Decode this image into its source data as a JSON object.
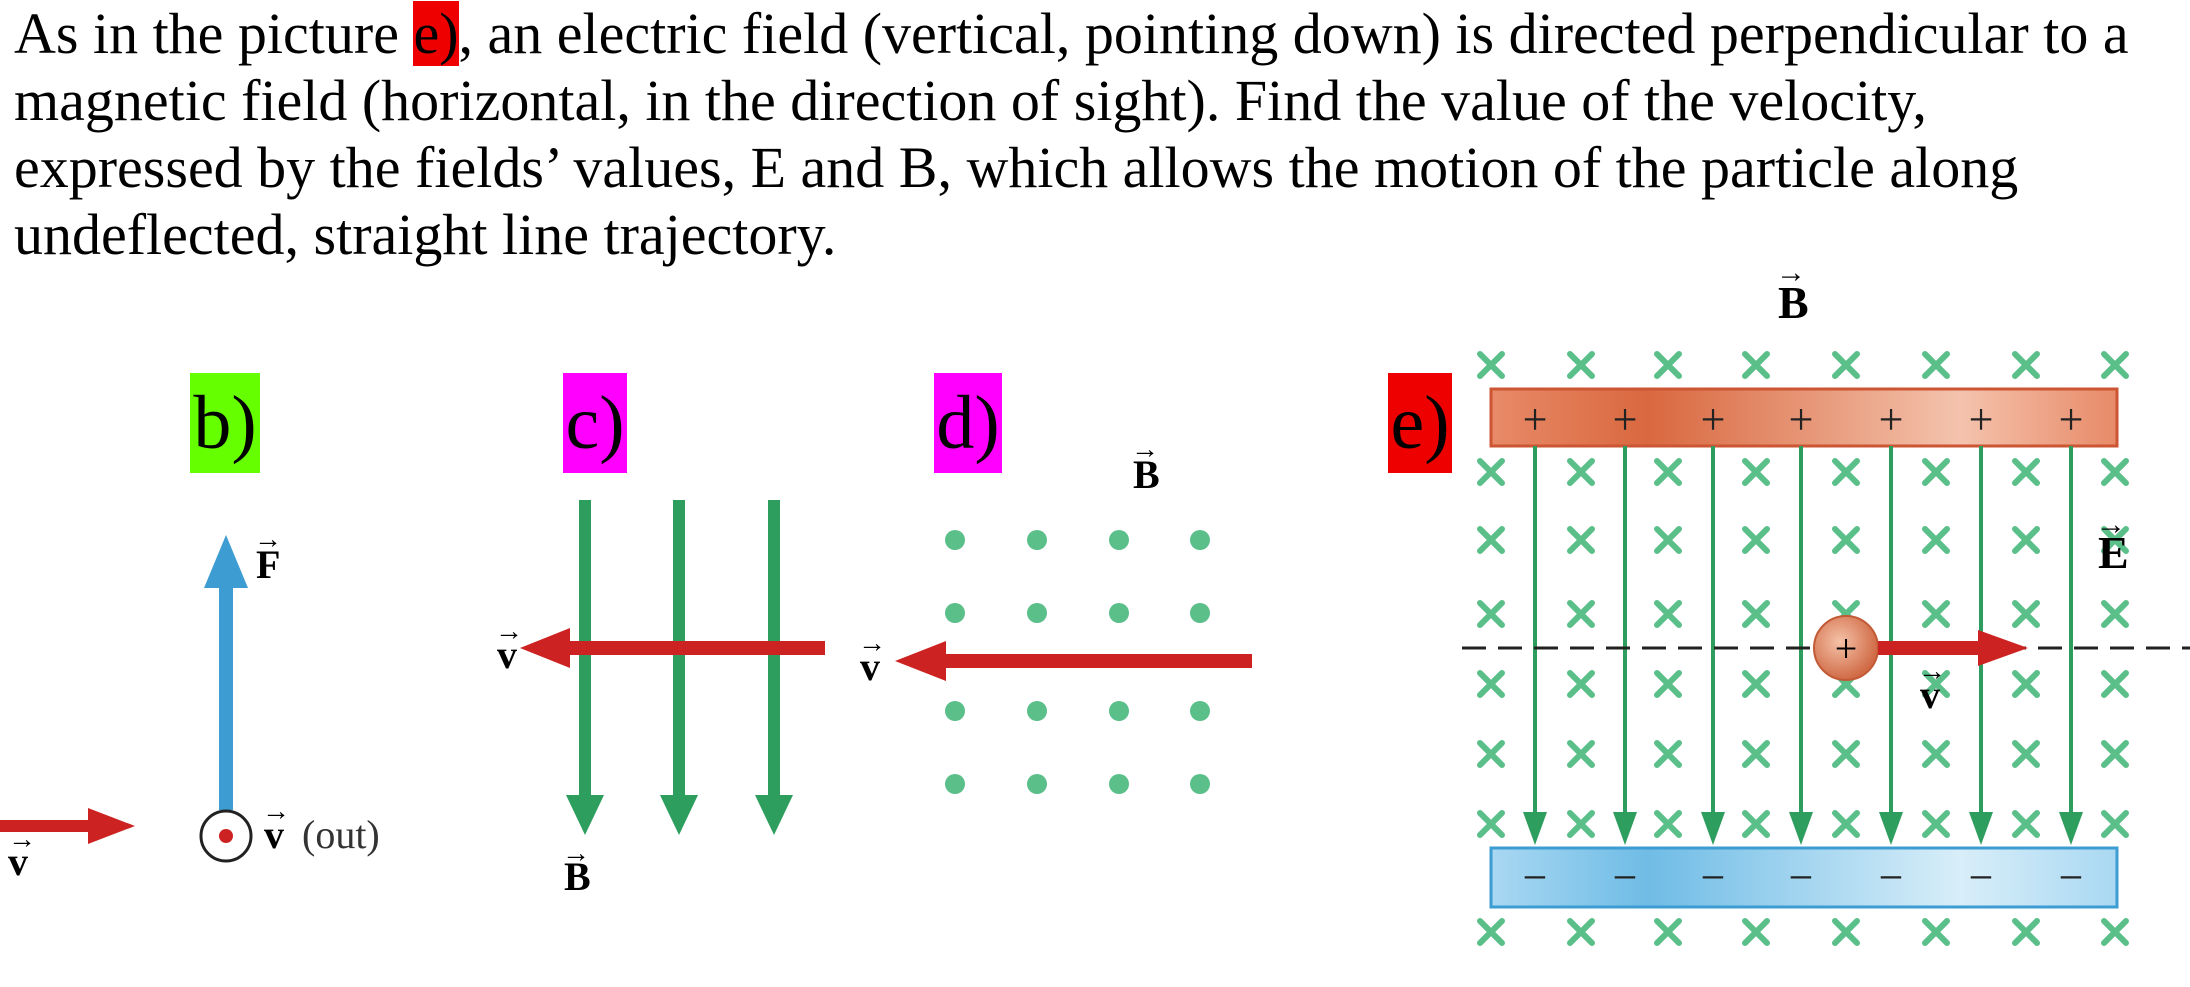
{
  "problem": {
    "prefix": "As in the picture ",
    "ref": "e)",
    "suffix": ", an electric field (vertical, pointing down) is directed perpendicular to a magnetic field (horizontal, in the direction of sight). Find the value of the velocity, expressed by the fields’ values, E and B, which allows the motion of the particle along undeflected, straight line trajectory."
  },
  "panels": {
    "b": {
      "label": "b)",
      "label_color": "#66ff00",
      "vec_F": "F",
      "vec_v_left": "v",
      "vec_v_out": "v",
      "out_text": "(out)"
    },
    "c": {
      "label": "c)",
      "label_color": "#ff00ff",
      "vec_v": "v",
      "vec_B": "B"
    },
    "d": {
      "label": "d)",
      "label_color": "#ff00ff",
      "vec_v": "v",
      "vec_B": "B"
    },
    "e": {
      "label": "e)",
      "label_color": "#ee0000",
      "vec_B": "B",
      "vec_E": "E",
      "vec_v": "v",
      "plate_top_sign": "+",
      "plate_bottom_sign": "−",
      "charge_sign": "+"
    }
  },
  "colors": {
    "red_arrow": "#cc2222",
    "blue_arrow": "#3d9cd2",
    "green_field": "#2e9e5e",
    "green_mark": "#5bbf8a",
    "plate_top": "#e07a55",
    "plate_bottom": "#7ec3ea"
  }
}
